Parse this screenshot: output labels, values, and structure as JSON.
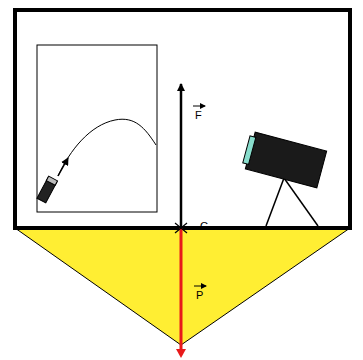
{
  "diagram": {
    "labels": [
      "F",
      "G",
      "P"
    ]
  }
}
